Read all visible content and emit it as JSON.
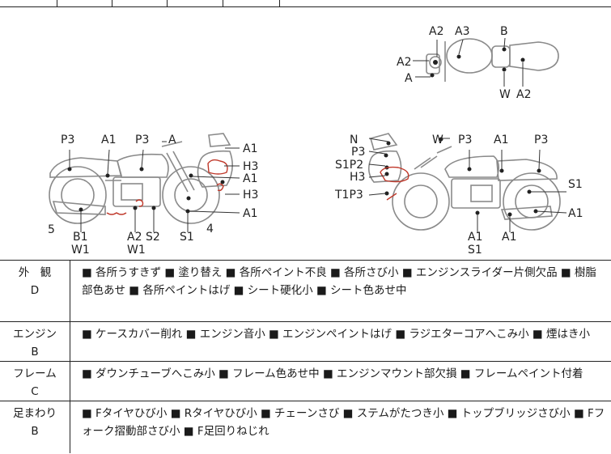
{
  "diagram": {
    "top_view_labels": [
      "A2",
      "A3",
      "B",
      "A2",
      "A",
      "W",
      "A2"
    ],
    "left_view_labels": [
      "P3",
      "A1",
      "P3",
      "A",
      "A1",
      "H3",
      "A1",
      "H3",
      "A1",
      "5",
      "B1",
      "W1",
      "A2",
      "S2",
      "W1",
      "S1",
      "4"
    ],
    "right_view_labels": [
      "N",
      "W",
      "P3",
      "A1",
      "P3",
      "P3",
      "S1P2",
      "H3",
      "T1P3",
      "S1",
      "A1",
      "A1",
      "S1",
      "A1"
    ]
  },
  "notes": [
    {
      "category": "外　観",
      "grade": "D",
      "text": "■ 各所うすきず ■ 塗り替え ■ 各所ペイント不良 ■ 各所さび小 ■ エンジンスライダー片側欠品 ■ 樹脂部色あせ ■ 各所ペイントはげ ■ シート硬化小 ■ シート色あせ中"
    },
    {
      "category": "エンジン",
      "grade": "B",
      "text": "■ ケースカバー削れ ■ エンジン音小 ■ エンジンペイントはげ ■ ラジエターコアへこみ小 ■ 煙はき小"
    },
    {
      "category": "フレーム",
      "grade": "C",
      "text": "■ ダウンチューブへこみ小 ■ フレーム色あせ中 ■ エンジンマウント部欠損 ■ フレームペイント付着"
    },
    {
      "category": "足まわり",
      "grade": "B",
      "text": "■ Fタイヤひび小 ■ Rタイヤひび小 ■ チェーンさび ■ ステムがたつき小 ■ トップブリッジさび小 ■ Fフォーク摺動部さび小 ■ F足回りねじれ"
    }
  ]
}
